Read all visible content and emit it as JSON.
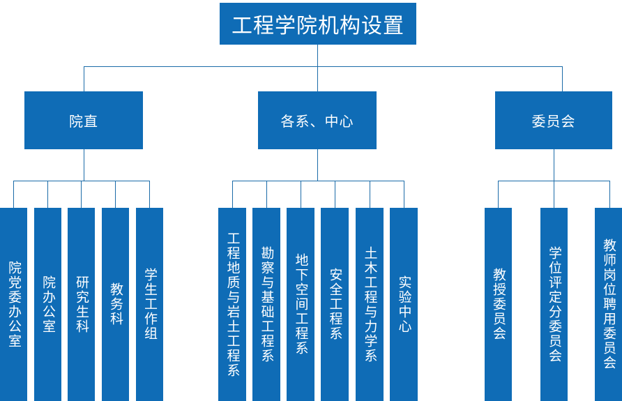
{
  "title": "工程学院机构设置",
  "accent_color": "#0F6CB6",
  "line_color": "#1B6BA8",
  "text_color": "#FFFFFF",
  "background_color": "#FFFFFF",
  "branches": [
    {
      "label": "院直",
      "children": [
        "院党委办公室",
        "院办公室",
        "研究生科",
        "教务科",
        "学生工作组"
      ]
    },
    {
      "label": "各系、中心",
      "children": [
        "工程地质与岩土工程系",
        "勘察与基础工程系",
        "地下空间工程系",
        "安全工程系",
        "土木工程与力学系",
        "实验中心"
      ]
    },
    {
      "label": "委员会",
      "children": [
        "教授委员会",
        "学位评定分委员会",
        "教师岗位聘用委员会"
      ]
    }
  ]
}
